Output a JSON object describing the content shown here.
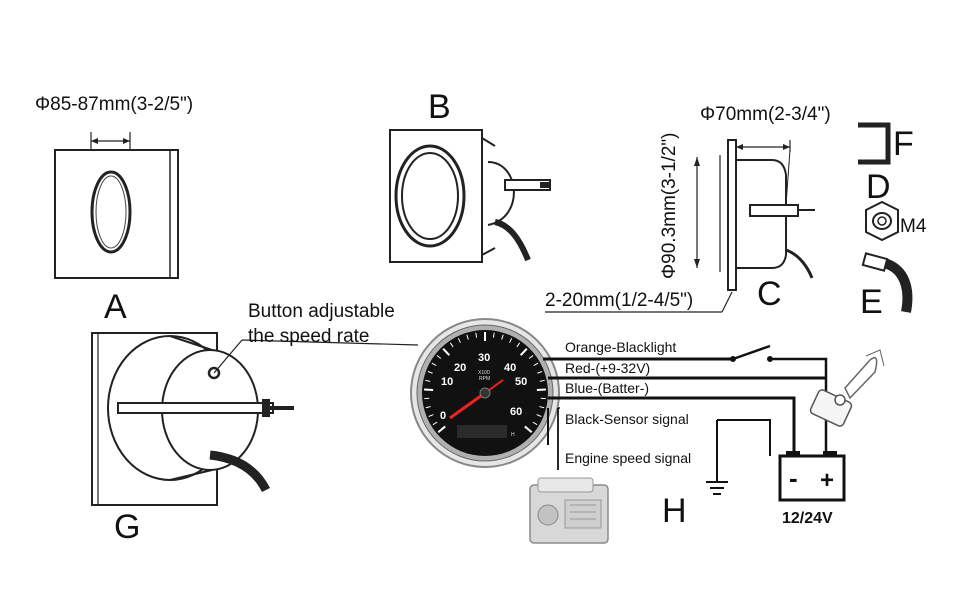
{
  "labels": {
    "A": "A",
    "B": "B",
    "C": "C",
    "D": "D",
    "E": "E",
    "F": "F",
    "G": "G",
    "H": "H"
  },
  "dimensions": {
    "cutout": "Φ85-87mm(3-2/5\")",
    "body_diameter": "Φ70mm(2-3/4\")",
    "bezel_diameter": "Φ90.3mm(3-1/2\")",
    "panel_thickness": "2-20mm(1/2-4/5\")",
    "nut": "M4"
  },
  "button_note": [
    "Button adjustable",
    "the speed rate"
  ],
  "wires": {
    "orange": "Orange-Blacklight",
    "red": "Red-(+9-32V)",
    "blue": "Blue-(Batter-)",
    "black": "Black-Sensor signal",
    "engine": "Engine speed signal"
  },
  "battery": {
    "label": "12/24V",
    "minus": "-",
    "plus": "+"
  },
  "gauge": {
    "ticks": [
      "0",
      "10",
      "20",
      "30",
      "40",
      "50",
      "60"
    ],
    "scale": "X100",
    "unit": "RPM",
    "hour_mark": "H"
  }
}
